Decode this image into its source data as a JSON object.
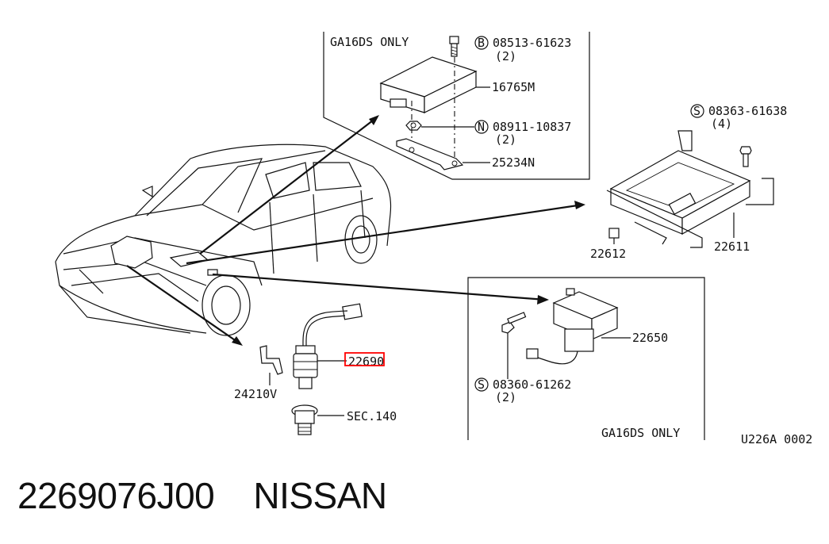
{
  "box_top": {
    "title": "GA16DS ONLY",
    "parts": {
      "bolt_symbol": "B",
      "bolt": "08513-61623",
      "bolt_qty": "(2)",
      "ecu_module": "16765M",
      "nut_symbol": "N",
      "nut": "08911-10837",
      "nut_qty": "(2)",
      "bracket": "25234N"
    }
  },
  "box_right_top": {
    "screw_symbol": "S",
    "screw": "08363-61638",
    "screw_qty": "(4)",
    "ecm": "22611",
    "connector": "22612"
  },
  "box_bottom": {
    "title": "GA16DS ONLY",
    "unit": "22650",
    "screw_symbol": "S",
    "screw": "08360-61262",
    "screw_qty": "(2)"
  },
  "loose_parts": {
    "sensor": "22690",
    "bracket": "24210V",
    "section_ref": "SEC.140"
  },
  "diagram_code": "U226A 0002",
  "footer": {
    "part_number": "2269076J00",
    "brand": "NISSAN"
  },
  "colors": {
    "line": "#111111",
    "highlight": "#ff0000"
  }
}
